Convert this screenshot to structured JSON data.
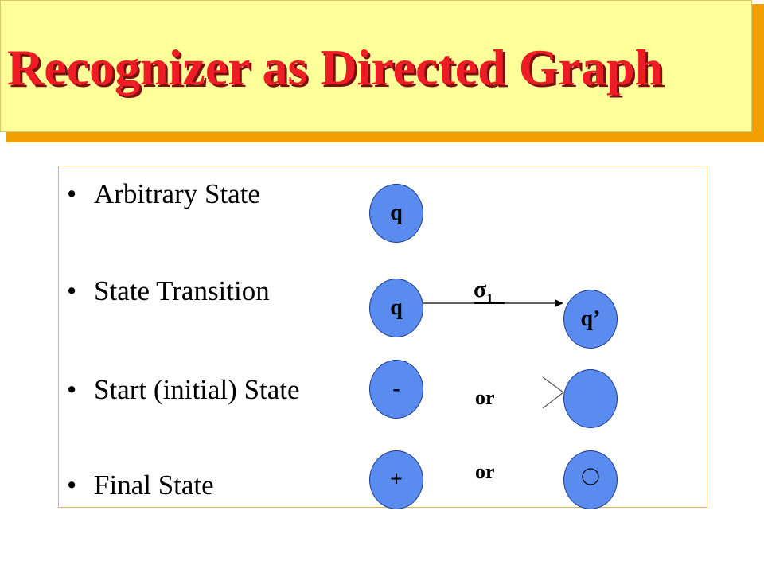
{
  "slide": {
    "title": "Recognizer as Directed Graph",
    "bullets": [
      {
        "label": "Arbitrary State"
      },
      {
        "label": "State Transition"
      },
      {
        "label": "Start (initial) State"
      },
      {
        "label": "Final State"
      }
    ],
    "bullet_glyph": "•"
  },
  "diagram": {
    "arbitrary_state": "q",
    "transition_from": "q",
    "transition_to": "q’",
    "transition_symbol": "σ",
    "transition_subscript": "1",
    "start_state": "-",
    "start_or": "or",
    "final_state": "+",
    "final_or": "or",
    "node_color": "#5a8cf0",
    "title_color": "#ee1c25",
    "title_background": "#ffff99",
    "accent_shadow": "#f0a000"
  }
}
